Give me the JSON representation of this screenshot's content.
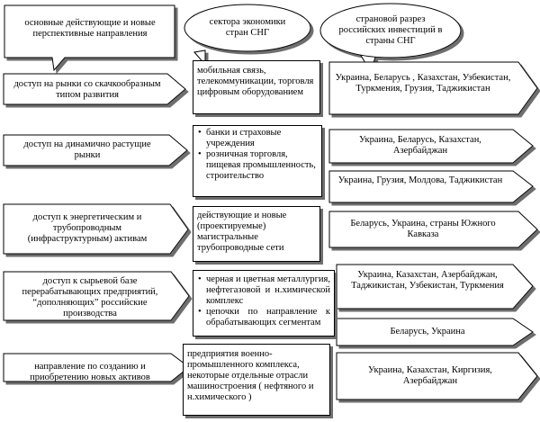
{
  "header": {
    "callout": "основные действующие и новые перспективные направления",
    "oval_sectors": "сектора экономики стран СНГ",
    "oval_countries": "страновой разрез российских инвестиций в страны СНГ"
  },
  "rows": [
    {
      "direction": "доступ на рынки со скачкообразным типом развития",
      "sector_lines": [
        "мобильная связь, телекоммуникации, торговля цифровым оборудованием"
      ],
      "countries": [
        "Украина, Беларусь , Казахстан, Узбекистан, Туркмения, Грузия, Таджикистан"
      ]
    },
    {
      "direction": "доступ на динамично растущие рынки",
      "sector_lines": [
        "банки и страховые учреждения",
        "розничная торговля, пищевая промышленность, строительство"
      ],
      "countries": [
        "Украина, Беларусь, Казахстан, Азербайджан",
        "Украина, Грузия, Молдова, Таджикистан"
      ]
    },
    {
      "direction": "доступ к энергетическим и трубопроводным (инфраструктурным) активам",
      "sector_lines": [
        "действующие и новые (проектируемые) магистральные трубопроводные сети"
      ],
      "countries": [
        "Беларусь, Украина, страны Южного Кавказа"
      ]
    },
    {
      "direction": "доступ к сырьевой базе перерабатывающих предприятий, “дополняющих” российские производства",
      "sector_lines": [
        "черная и цветная металлургия, нефтегазовой и н.химической комплекс",
        "цепочки по направление к обрабатывающих сегментам"
      ],
      "countries": [
        "Украина, Казахстан, Азербайджан, Таджикистан, Узбекистан, Туркмения",
        "Беларусь, Украина"
      ]
    },
    {
      "direction": "направление по созданию и приобретению новых активов",
      "sector_lines": [
        "предприятия военно-промышленного комплекса, некоторые отдельные отрасли машиностроения ( нефтяного и н.химического )"
      ],
      "countries": [
        "Украина, Казахстан, Киргизия, Азербайджан"
      ]
    }
  ]
}
